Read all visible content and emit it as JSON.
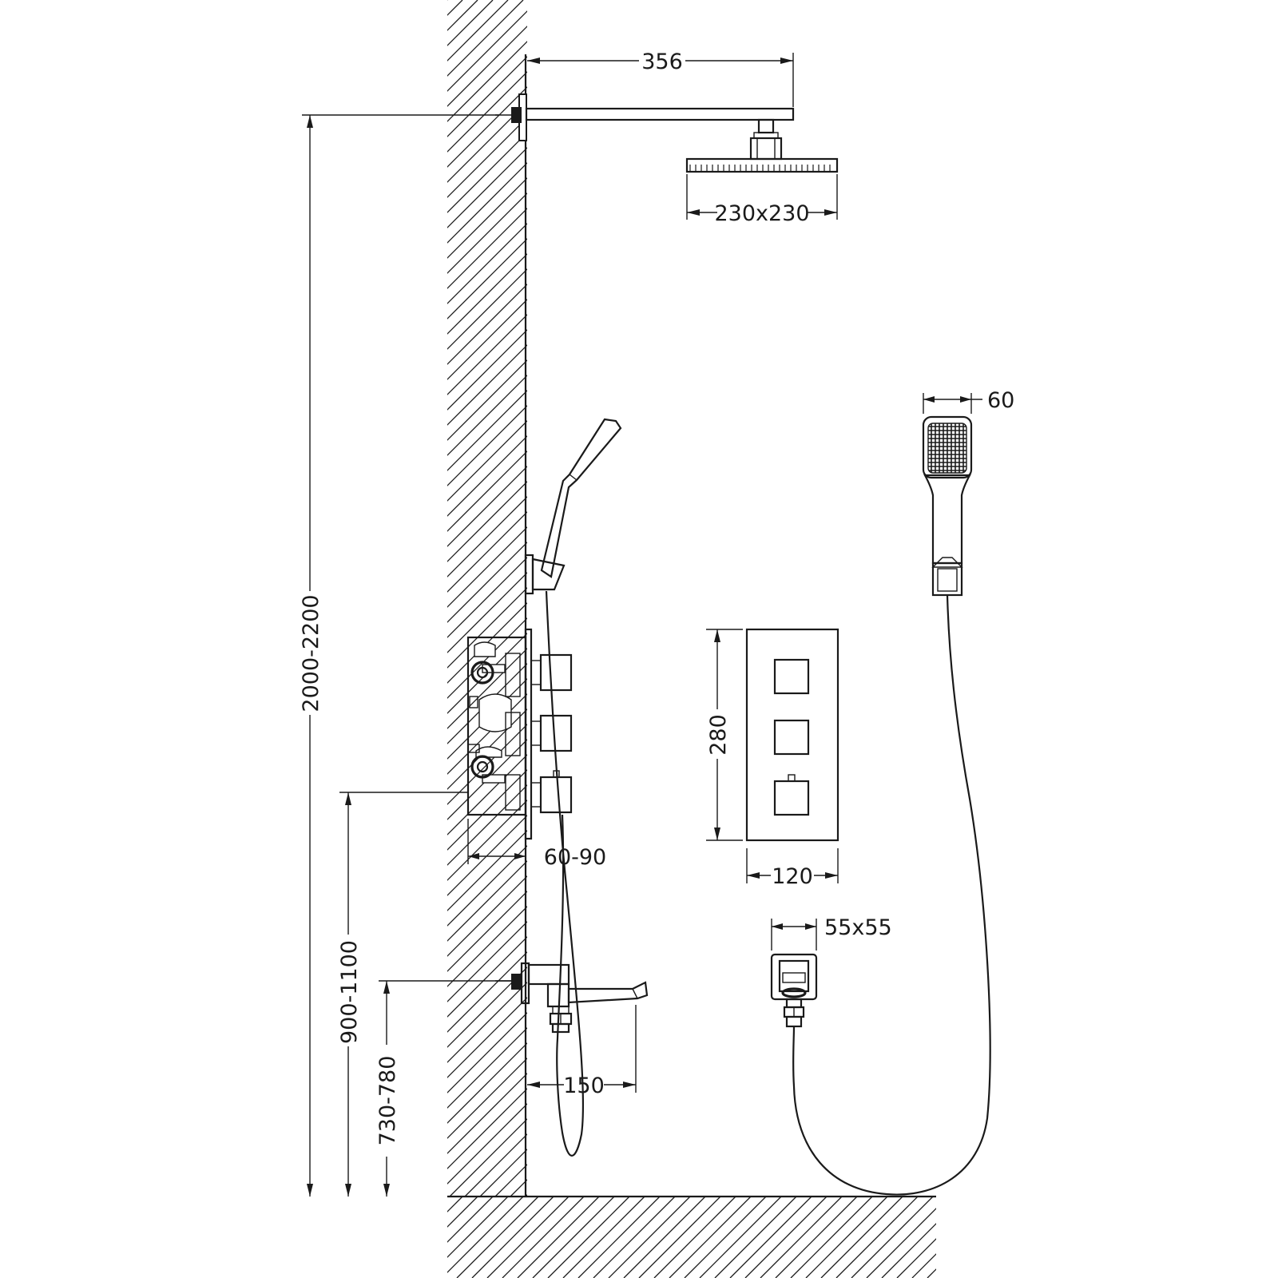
{
  "dimensions": {
    "arm_length": "356",
    "head_size": "230x230",
    "handset_width": "60",
    "overall_height": "2000-2200",
    "valve_height": "900-1100",
    "spout_height": "730-780",
    "wall_depth": "60-90",
    "valve_plate_height": "280",
    "valve_plate_width": "120",
    "outlet_size": "55x55",
    "spout_projection": "150"
  }
}
